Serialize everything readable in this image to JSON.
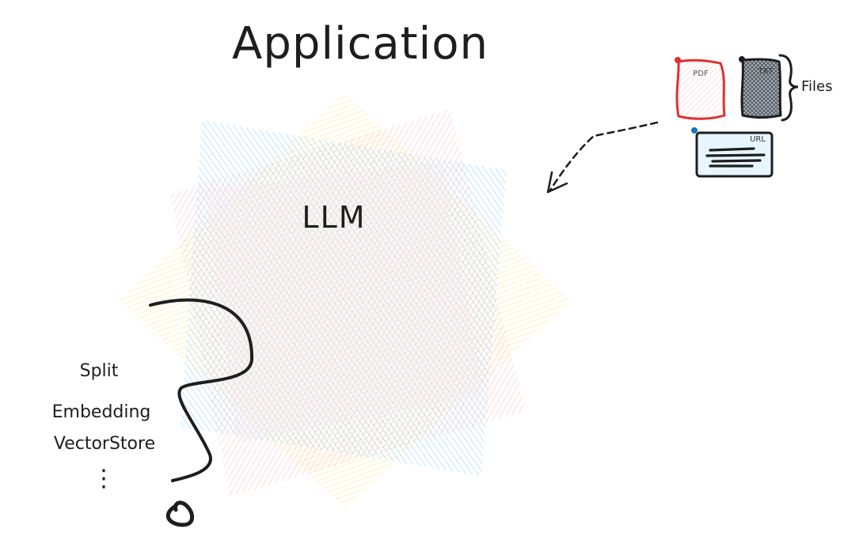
{
  "title": "Application",
  "llm_label": "LLM",
  "steps": [
    "Split",
    "Embedding",
    "VectorStore"
  ],
  "steps_more": "⋮",
  "files": {
    "pdf_label": "PDF",
    "txt_label": "TXT",
    "url_label": "URL",
    "group_label": "Files"
  },
  "colors": {
    "stroke": "#1e1e1e",
    "blue_square": "#a5d8ff",
    "red_square": "#ffc9c9",
    "yellow_square": "#ffec99",
    "pdf_stroke": "#e03131",
    "pdf_fill": "#ffe3e3",
    "txt_fill": "#868e96",
    "url_fill": "#e7f5ff",
    "dot_blue": "#1971c2"
  }
}
